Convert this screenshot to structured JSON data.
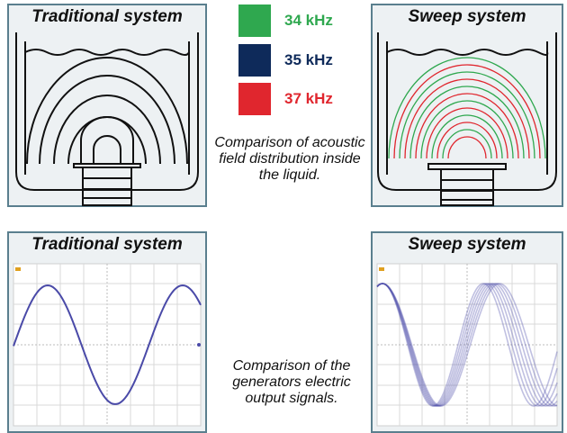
{
  "panels": {
    "top_left_title": "Traditional system",
    "top_right_title": "Sweep system",
    "bottom_left_title": "Traditional system",
    "bottom_right_title": "Sweep system"
  },
  "legend": [
    {
      "label": "34 kHz",
      "color": "#2fa84f"
    },
    {
      "label": "35 kHz",
      "color": "#0e2a5a"
    },
    {
      "label": "37 kHz",
      "color": "#e0262e"
    }
  ],
  "captions": {
    "field": "Comparison of acoustic field distribution inside the liquid.",
    "signal": "Comparison of the generators electric output signals."
  },
  "colors": {
    "panel_border": "#5a7f8e",
    "panel_fill": "#edf1f3",
    "scope_grid": "#d9d9d9",
    "waveform": "#4a4aa8"
  }
}
